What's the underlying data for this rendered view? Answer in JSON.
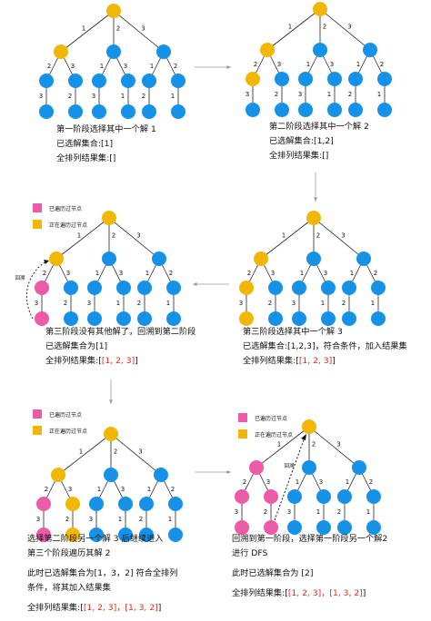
{
  "colors": {
    "unvisited": "#1592e8",
    "current": "#f2b705",
    "visited": "#ec5aa8",
    "edge": "#222222",
    "arrow": "#999999",
    "highlight": "#e0281f"
  },
  "legend": {
    "visited_label": "已遍历过节点",
    "current_label": "正在遍历过节点"
  },
  "backtrack_label": "回溯",
  "edge_labels": [
    "1",
    "2",
    "3"
  ],
  "panels": [
    {
      "caption": [
        "第一阶段选择其中一个解 1",
        "已选解集合:[1]",
        "全排列结果集:[]"
      ],
      "result_suffix": ""
    },
    {
      "caption": [
        "第二阶段选择其中一个解 2",
        "已选解集合:[1,2]",
        "全排列结果集:[]"
      ],
      "result_suffix": ""
    },
    {
      "caption": [
        "第三阶段没有其他解了，回溯到第二阶段",
        "已选解集合为[1]",
        "全排列结果集:["
      ],
      "result_suffix": "[1, 2, 3]",
      "result_tail": "]"
    },
    {
      "caption": [
        "第三阶段选择其中一个解 3",
        "已选解集合:[1,2,3]，符合条件，加入结果集",
        "全排列结果集:["
      ],
      "result_suffix": "[1, 2, 3]",
      "result_tail": "]"
    },
    {
      "caption": [
        "选择第二阶段另一个解 3 后继续进入",
        "第三个阶段遍历其解 2",
        "",
        "此时已选解集合为[1，3，2] 符合全排列",
        "条件，将其加入结果集",
        "",
        "全排列结果集:["
      ],
      "result_suffix": "[1, 2, 3]，[1, 3, 2]",
      "result_tail": "]"
    },
    {
      "caption": [
        "回溯到第一阶段，选择第一阶段另一个解2",
        "进行 DFS",
        "",
        "此时已选解集合为 [2]",
        "",
        "全排列结果集:["
      ],
      "result_suffix": "[1, 2, 3]，[1, 3, 2]",
      "result_tail": "]"
    }
  ]
}
